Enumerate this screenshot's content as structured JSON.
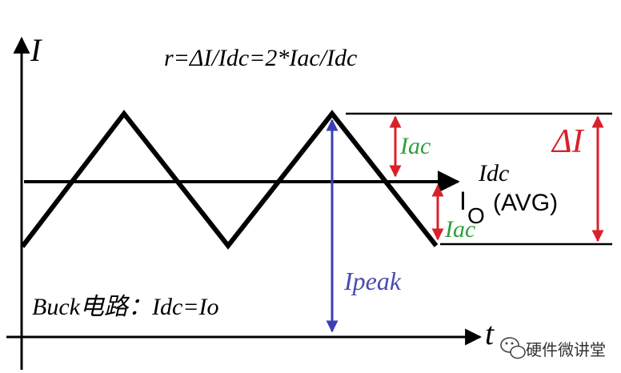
{
  "labels": {
    "y_axis": "I",
    "x_axis": "t",
    "formula": "r=ΔI/Idc=2*Iac/Idc",
    "iac_top": "Iac",
    "iac_bottom": "Iac",
    "delta_i": "ΔI",
    "idc": "Idc",
    "io_main": "I",
    "io_sub": "O",
    "io_avg": "(AVG)",
    "ipeak": "Ipeak",
    "buck_note": "Buck电路：Idc=Io",
    "watermark": "硬件微讲堂"
  },
  "colors": {
    "line": "#000000",
    "red_arrow": "#d9212b",
    "blue_arrow": "#3b3fb6",
    "green_text": "#2e9e3e",
    "red_text": "#d9212b",
    "blue_text": "#4a4ab0",
    "watermark_text": "#333333"
  }
}
